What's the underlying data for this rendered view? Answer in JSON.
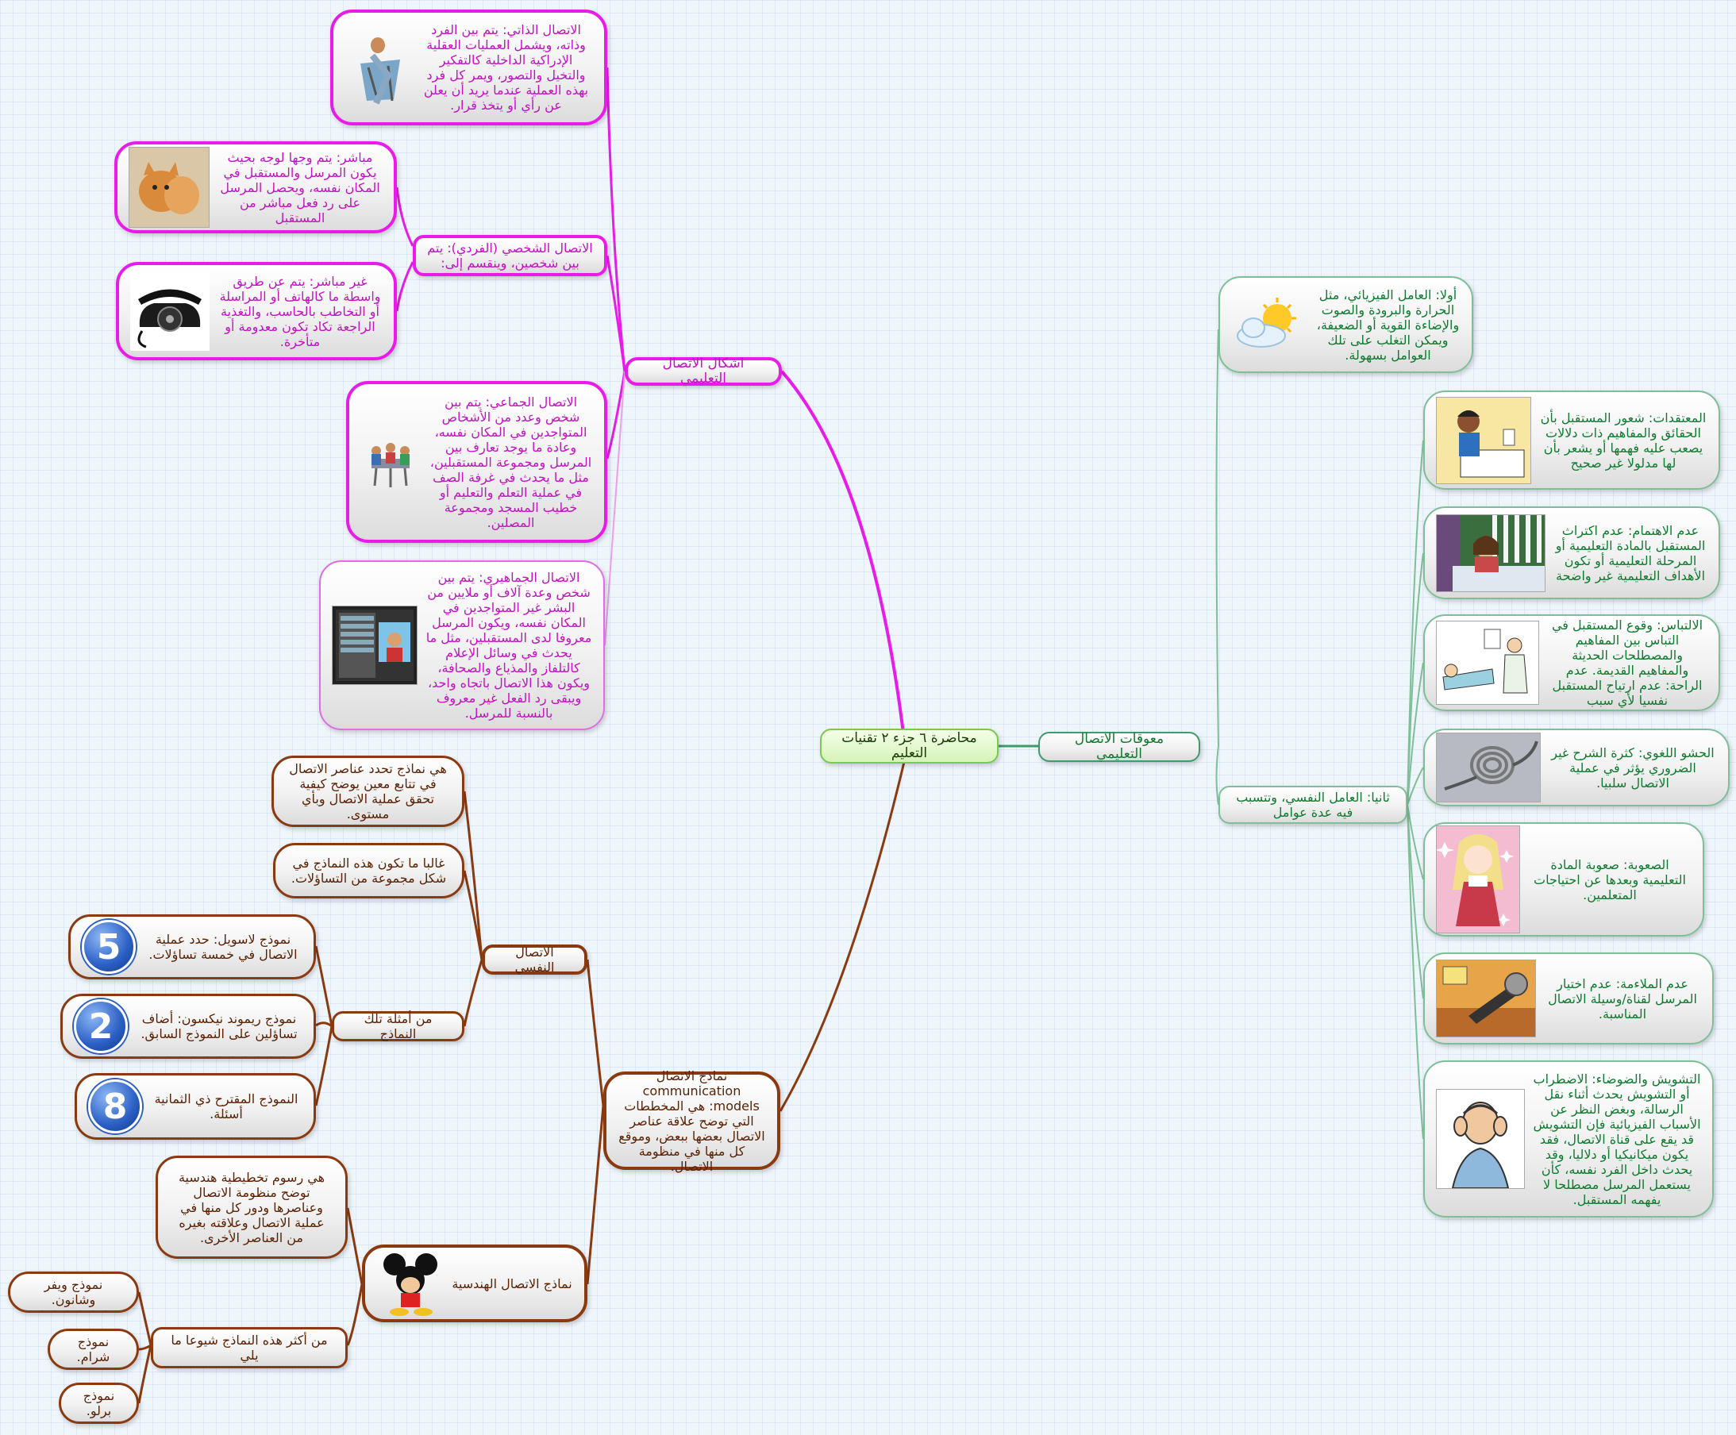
{
  "root": {
    "label": "محاضرة ٦ جزء ٢ تقنيات التعليم"
  },
  "branches": {
    "forms": {
      "label": "اشكال الاتصال التعليمي",
      "self": {
        "text": "الاتصال الذاتي: يتم بين الفرد وذاته، ويشمل العمليات العقلية الإدراكية الداخلية كالتفكير والتخيل والتصور، ويمر كل فرد بهذه العملية عندما يريد أن يعلن عن رأي أو يتخذ قرار.",
        "icon": "relaxing-person-image"
      },
      "personal": {
        "text": "الاتصال الشخصي (الفردي): يتم بين شخصين، وينقسم إلى:",
        "direct": {
          "text": "مباشر: يتم وجها لوجه بحيث يكون المرسل والمستقبل في المكان نفسه، ويحصل المرسل على رد فعل مباشر من المستقبل",
          "icon": "kittens-image"
        },
        "indirect": {
          "text": "غير مباشر: يتم عن طريق واسطة ما كالهاتف أو المراسلة أو التخاطب بالحاسب، والتغذية الراجعة تكاد تكون معدومة أو متأخرة.",
          "icon": "rotary-phone-image"
        }
      },
      "group": {
        "text": "الاتصال الجماعي: يتم بين شخص وعدد من الأشخاص المتواجدين في المكان نفسه، وعادة ما يوجد تعارف بين المرسل ومجموعة المستقبلين، مثل ما يحدث في غرفة الصف في عملية التعلم والتعليم أو خطيب المسجد ومجموعة المصلين.",
        "icon": "meeting-group-image"
      },
      "mass": {
        "text": "الاتصال الجماهيري: يتم بين شخص وعدة آلاف أو ملايين من البشر غير المتواجدين في المكان نفسه، ويكون المرسل معروفا لدى المستقبلين، مثل ما يحدث في وسائل الإعلام كالتلفاز والمذياع والصحافة، ويكون هذا الاتصال باتجاه واحد، ويبقى رد الفعل غير معروف بالنسبة للمرسل.",
        "icon": "tv-screen-image"
      }
    },
    "obstacles": {
      "label": "معوقات الاتصال التعليمي",
      "physical": {
        "text": "أولا: العامل الفيزيائي، مثل الحرارة والبرودة والصوت والإضاءة القوية أو الضعيفة، ويمكن التغلب على تلك العوامل بسهولة.",
        "icon": "sun-cloud-icon"
      },
      "psych": {
        "text": "ثانيا: العامل النفسي، وتتسبب فيه عدة عوامل",
        "items": [
          {
            "text": "المعتقدات: شعور المستقبل بأن الحقائق والمفاهيم ذات دلالات يصعب عليه فهمها أو يشعر بأن لها مدلولا غير صحيح",
            "icon": "thinking-student-image"
          },
          {
            "text": "عدم الاهتمام: عدم اكتراث المستقبل بالمادة التعليمية أو المرحلة التعليمية أو تكون الأهداف التعليمية غير واضحة",
            "icon": "bored-student-image"
          },
          {
            "text": "الالتباس: وقوع المستقبل في التباس بين المفاهيم والمصطلحات الحديثة والمفاهيم القديمة. عدم الراحة: عدم ارتياح المستقبل نفسيا لأي سبب",
            "icon": "patient-doctor-image"
          },
          {
            "text": "الحشو اللغوي: كثرة الشرح غير الضروري يؤثر في عملية الاتصال سلبيا.",
            "icon": "cable-coil-image"
          },
          {
            "text": "الصعوبة: صعوبة المادة التعليمية وبعدها عن احتياجات المتعلمين.",
            "icon": "anime-girl-image"
          },
          {
            "text": "عدم الملاءمة: عدم اختيار المرسل لقناة/وسيلة الاتصال المناسبة.",
            "icon": "microphone-image"
          },
          {
            "text": "التشويش والضوضاء: الاضطراب أو التشويش يحدث أثناء نقل الرسالة، وبغض النظر عن الأسباب الفيزيائية فإن التشويش قد يقع على قناة الاتصال، فقد يكون ميكانيكيا أو دلاليا، وقد يحدث داخل الفرد نفسه، كأن يستعمل المرسل مصطلحا لا يفهمه المستقبل.",
            "icon": "covering-ears-man-image"
          }
        ]
      }
    },
    "models": {
      "text": "نماذج الاتصال communication models: هي المخططات التي توضح علاقة عناصر الاتصال بعضها ببعض، وموقع كل منها في منظومة الاتصال.",
      "psych_model": {
        "label": "الاتصال النفسي",
        "def1": "هي نماذج تحدد عناصر الاتصال في تتابع معين يوضح كيفية تحقق عملية الاتصال وبأي مستوى.",
        "def2": "غالبا ما تكون هذه النماذج في شكل مجموعة من التساؤلات.",
        "examples": {
          "label": "من أمثلة تلك النماذج",
          "items": [
            {
              "text": "نموذج لاسويل: حدد عملية الاتصال في خمسة تساؤلات.",
              "badge": "5"
            },
            {
              "text": "نموذج ريموند نيكسون: أضاف تساؤلين على النموذج السابق.",
              "badge": "2"
            },
            {
              "text": "النموذج المقترح ذي الثمانية أسئلة.",
              "badge": "8"
            }
          ]
        }
      },
      "eng_model": {
        "label": "نماذج الاتصال الهندسية",
        "icon": "cartoon-mouse-image",
        "def": "هي رسوم تخطيطية هندسية توضح منظومة الاتصال وعناصرها ودور كل منها في عملية الاتصال وعلاقته بغيره من العناصر الأخرى.",
        "common": {
          "label": "من أكثر هذه النماذج شيوعا ما يلي",
          "items": [
            "نموذج ويفر وشانون.",
            "نموذج شرام.",
            "نموذج برلو."
          ]
        }
      }
    }
  },
  "colors": {
    "forms": "#e81be8",
    "obstacles": "#3d9c6a",
    "models": "#8a3a10",
    "root_fill": "#d6f3b8"
  }
}
